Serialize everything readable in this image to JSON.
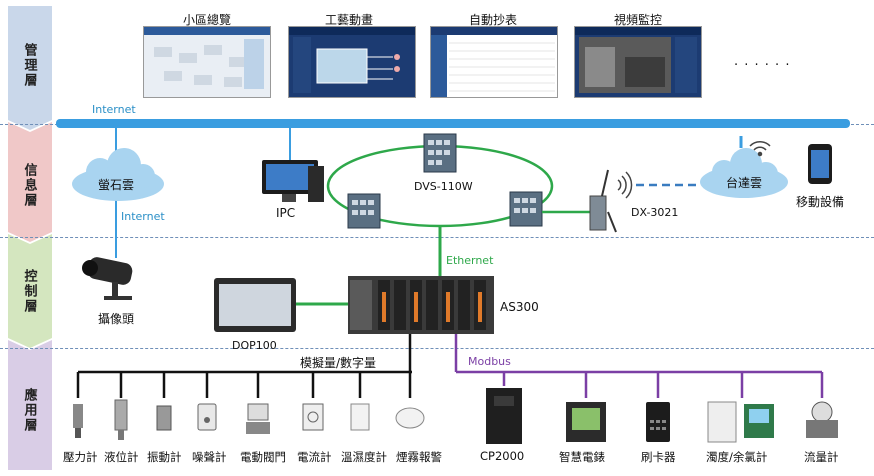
{
  "layers": {
    "management": "管理層",
    "information": "信息層",
    "control": "控制層",
    "application": "應用層"
  },
  "top_panels": [
    {
      "label": "小區總覽",
      "icon": "map-overview-icon"
    },
    {
      "label": "工藝動畫",
      "icon": "process-animation-icon"
    },
    {
      "label": "自動抄表",
      "icon": "meter-table-icon"
    },
    {
      "label": "視頻監控",
      "icon": "video-monitor-icon"
    }
  ],
  "ellipsis": "· · · · · ·",
  "network": {
    "internet_bus": "Internet",
    "cloud_left": "螢石雲",
    "internet_down": "Internet",
    "ipc": "IPC",
    "switch_ring": "DVS-110W",
    "dx": "DX-3021",
    "cloud_right": "台達雲",
    "mobile": "移動設備"
  },
  "control": {
    "camera": "攝像頭",
    "hmi": "DOP100",
    "plc": "AS300",
    "ethernet": "Ethernet"
  },
  "field": {
    "analog_label": "模擬量/數字量",
    "modbus_label": "Modbus",
    "devices_left": [
      "壓力計",
      "液位計",
      "振動計",
      "噪聲計",
      "電動閥門",
      "電流計",
      "溫濕度計",
      "煙霧報警"
    ],
    "devices_right": [
      "CP2000",
      "智慧電錶",
      "刷卡器",
      "濁度/余氯計",
      "流量計"
    ]
  },
  "colors": {
    "management": "#c9d7ea",
    "information": "#f0c8c8",
    "control": "#d4e6bf",
    "application": "#d9cde6",
    "internet": "#3a9de0",
    "ethernet": "#2ea84a",
    "modbus": "#7b3fa5"
  }
}
